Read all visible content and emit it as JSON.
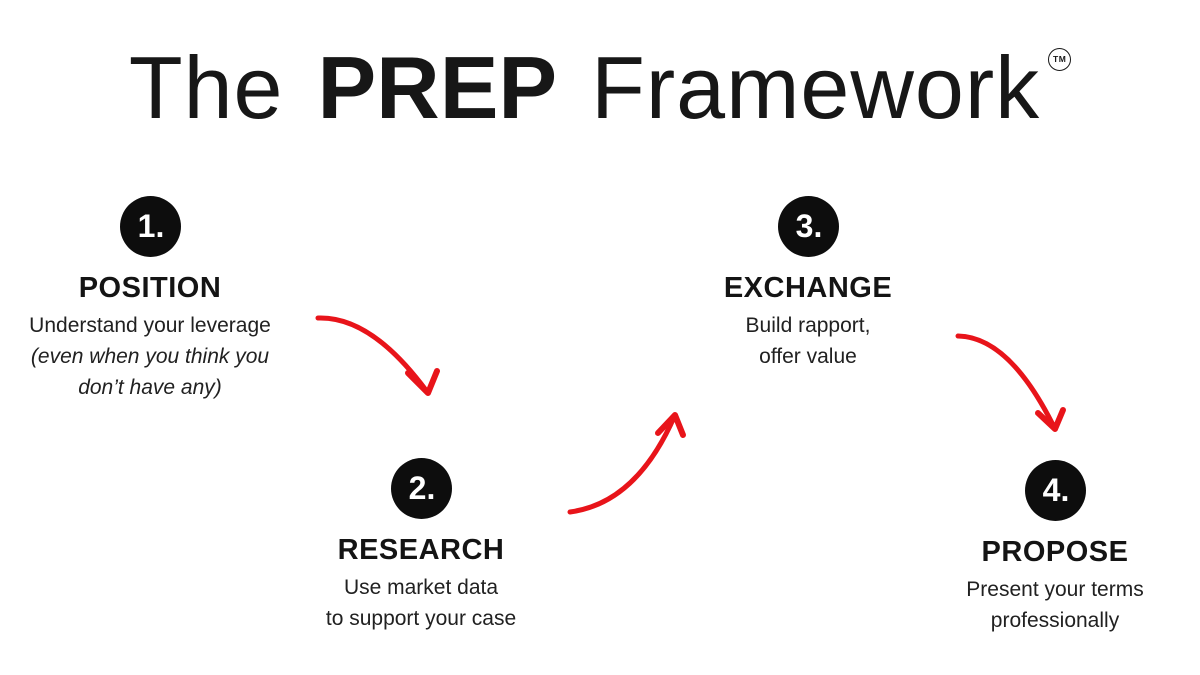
{
  "title": {
    "pre": "The",
    "emphasis": "PREP",
    "post": "Framework",
    "trademark": "TM"
  },
  "arrow_color": "#e8141a",
  "badge_color": "#0d0d0d",
  "steps": [
    {
      "number": "1.",
      "name": "POSITION",
      "lines": [
        "Understand your leverage",
        "(even when you think you",
        "don’t have any)"
      ]
    },
    {
      "number": "2.",
      "name": "RESEARCH",
      "lines": [
        "Use market data",
        "to support your case"
      ]
    },
    {
      "number": "3.",
      "name": "EXCHANGE",
      "lines": [
        "Build rapport,",
        "offer value"
      ]
    },
    {
      "number": "4.",
      "name": "PROPOSE",
      "lines": [
        "Present your terms",
        "professionally"
      ]
    }
  ],
  "arrows": [
    {
      "from": "POSITION",
      "to": "RESEARCH"
    },
    {
      "from": "RESEARCH",
      "to": "EXCHANGE"
    },
    {
      "from": "EXCHANGE",
      "to": "PROPOSE"
    }
  ]
}
